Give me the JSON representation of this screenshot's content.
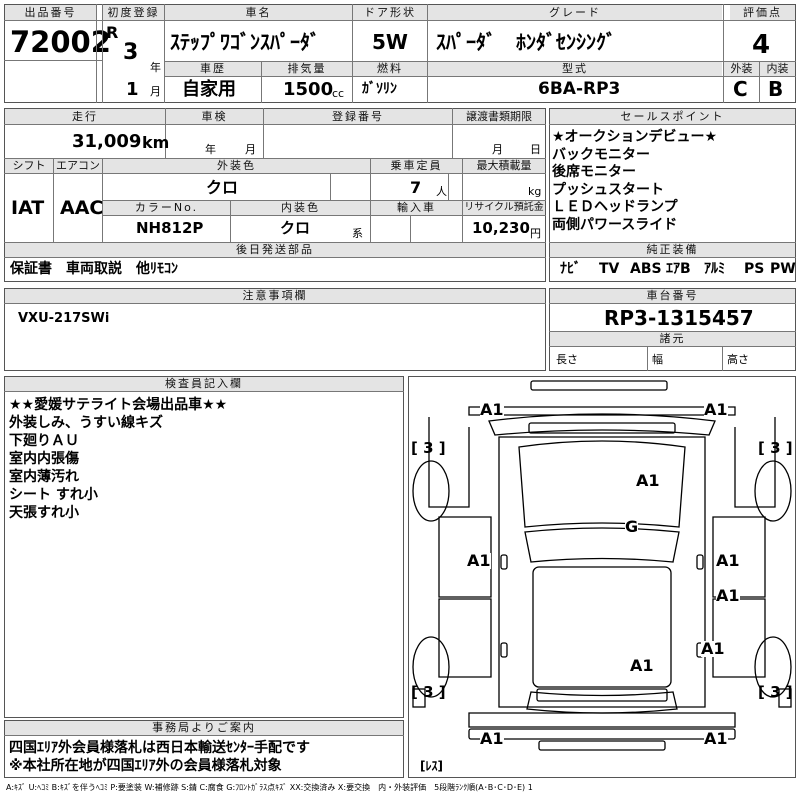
{
  "header": {
    "lot_no_label": "出品番号",
    "lot_no": "72002",
    "first_reg_label": "初度登録",
    "era": "R",
    "reg_year": "3",
    "year_unit": "年",
    "reg_month": "1",
    "month_unit": "月",
    "car_name_label": "車名",
    "car_name": "ｽﾃｯﾌﾟﾜｺﾞﾝｽﾊﾟｰﾀﾞ",
    "door_label": "ドア形状",
    "door": "5W",
    "grade_label": "グレード",
    "grade": "ｽﾊﾟｰﾀﾞ　ﾎﾝﾀﾞｾﾝｼﾝｸﾞ",
    "score_label": "評価点",
    "score": "4",
    "history_label": "車歴",
    "history": "自家用",
    "displacement_label": "排気量",
    "displacement": "1500",
    "displacement_unit": "cc",
    "fuel_label": "燃料",
    "fuel": "ｶﾞｿﾘﾝ",
    "model_label": "型式",
    "model": "6BA-RP3",
    "exterior_label": "外装",
    "exterior": "C",
    "interior_label": "内装",
    "interior": "B"
  },
  "row2": {
    "mileage_label": "走行",
    "mileage": "31,009",
    "mileage_unit": "km",
    "inspection_label": "車検",
    "inspection_year_unit": "年",
    "inspection_month_unit": "月",
    "reg_no_label": "登録番号",
    "transfer_label": "譲渡書類期限",
    "transfer_month_unit": "月",
    "transfer_day_unit": "日",
    "shift_label": "シフト",
    "shift": "IAT",
    "ac_label": "エアコン",
    "ac": "AAC",
    "color_label": "外装色",
    "color": "クロ",
    "capacity_label": "乗車定員",
    "capacity": "7",
    "capacity_unit": "人",
    "load_label": "最大積載量",
    "load_unit": "kg",
    "color_no_label": "カラーNo.",
    "color_no": "NH812P",
    "int_color_label": "内装色",
    "int_color": "クロ",
    "int_color_unit": "系",
    "import_label": "輸入車",
    "recycle_label": "リサイクル預託金",
    "recycle": "10,230",
    "recycle_unit": "円",
    "later_parts_label": "後日発送部品",
    "later_parts": "保証書　車両取説　他ﾘﾓｺﾝ"
  },
  "sales_points": {
    "label": "セールスポイント",
    "items": [
      "★オークションデビュー★",
      "バックモニター",
      "後席モニター",
      "プッシュスタート",
      "ＬＥＤヘッドランプ",
      "両側パワースライド"
    ]
  },
  "equipment": {
    "label": "純正装備",
    "items": [
      "ﾅﾋﾞ",
      "TV",
      "ABS",
      "ｴｱB",
      "ｱﾙﾐ",
      "PS",
      "PW"
    ]
  },
  "notes": {
    "label": "注意事項欄",
    "text": "VXU-217SWi"
  },
  "chassis": {
    "label": "車台番号",
    "number": "RP3-1315457",
    "spec_label": "諸元",
    "length_label": "長さ",
    "width_label": "幅",
    "height_label": "高さ"
  },
  "inspector": {
    "label": "検査員記入欄",
    "lines": [
      "★★愛媛サテライト会場出品車★★",
      "外装しみ、うすい線キズ",
      "下廻りＡＵ",
      "室内内張傷",
      "室内薄汚れ",
      "シート すれ小",
      "天張すれ小"
    ]
  },
  "office": {
    "label": "事務局よりご案内",
    "lines": [
      "四国ｴﾘｱ外会員様落札は西日本輸送ｾﾝﾀｰ手配です",
      "※本社所在地が四国ｴﾘｱ外の会員様落札対象"
    ]
  },
  "diagram": {
    "marks": {
      "front_left": "A1",
      "front_right": "A1",
      "hood": "A1",
      "windshield": "G",
      "left_front_door": "A1",
      "right_front_door": "A1",
      "right_rear_door": "A1",
      "right_rear_fender": "A1",
      "roof": "A1",
      "rear_left": "A1",
      "rear_right": "A1"
    },
    "tires": {
      "fl": "[ 3 ]",
      "fr": "[ 3 ]",
      "rl": "[ 3 ]",
      "rr": "[ 3 ]",
      "spare": "[ﾚｽ]"
    }
  },
  "legend": "A:ｷｽﾞ U:ﾍｺﾐ B:ｷｽﾞを伴うﾍｺﾐ P:要塗装 W:補修跡 S:錆 C:腐食 G:ﾌﾛﾝﾄｶﾞﾗｽ点ｷｽﾞ XX:交換済み X:要交換　内・外装評価　5段階ﾗﾝｸ順(A･B･C･D･E) 1"
}
